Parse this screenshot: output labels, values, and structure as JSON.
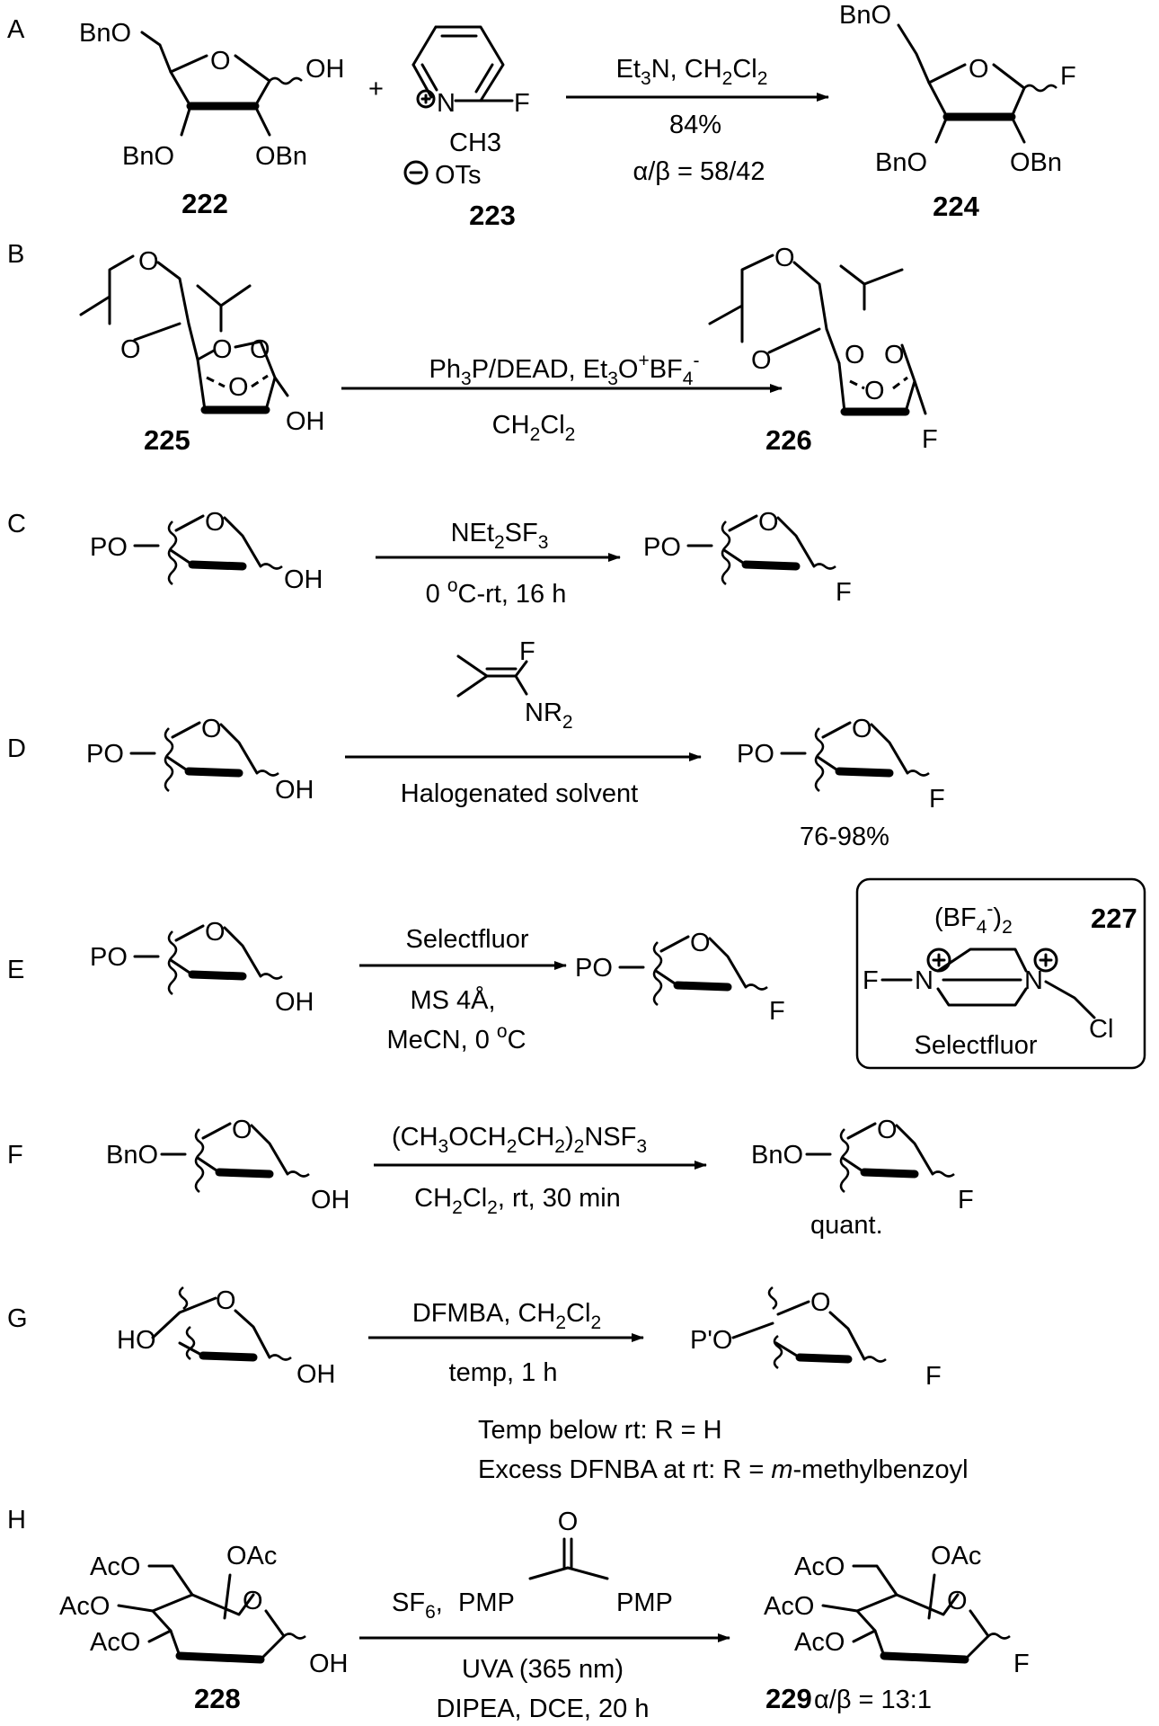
{
  "panels": {
    "A": {
      "label": "A",
      "sm_atoms": {
        "obn_top": "BnO",
        "oh": "OH",
        "ring_o": "O",
        "obn_left": "BnO",
        "obn_right": "OBn"
      },
      "sm_id": "222",
      "plus": "+",
      "reagent_atoms": {
        "n": "N",
        "f": "F",
        "ch3": "CH3",
        "ots": "OTs"
      },
      "reagent_id": "223",
      "cond_top": "Et3N, CH2Cl2",
      "cond_yield": "84%",
      "cond_ratio": "α/β = 58/42",
      "prod_atoms": {
        "obn_top": "BnO",
        "f": "F",
        "ring_o": "O",
        "obn_left": "BnO",
        "obn_right": "OBn"
      },
      "prod_id": "224"
    },
    "B": {
      "label": "B",
      "sm_id": "225",
      "sm_oh": "OH",
      "cond_top": "Ph3P/DEAD, Et3O+BF4-",
      "cond_bottom": "CH2Cl2",
      "prod_id": "226",
      "prod_f": "F"
    },
    "C": {
      "label": "C",
      "sm_po": "PO",
      "sm_oh": "OH",
      "cond_top": "NEt2SF3",
      "cond_bottom": "0 oC-rt, 16 h",
      "prod_po": "PO",
      "prod_f": "F"
    },
    "D": {
      "label": "D",
      "sm_po": "PO",
      "sm_oh": "OH",
      "reagent_f": "F",
      "reagent_nr2": "NR2",
      "cond_bottom": "Halogenated solvent",
      "prod_po": "PO",
      "prod_f": "F",
      "yield": "76-98%"
    },
    "E": {
      "label": "E",
      "sm_po": "PO",
      "sm_oh": "OH",
      "cond_top": "Selectfluor",
      "cond_mid": "MS 4Å,",
      "cond_bottom": "MeCN, 0 oC",
      "prod_po": "PO",
      "prod_f": "F",
      "box": {
        "counterion": "(BF4-)2",
        "id": "227",
        "f": "F",
        "n": "N",
        "cl": "Cl",
        "name": "Selectfluor"
      }
    },
    "F": {
      "label": "F",
      "sm_bno": "BnO",
      "sm_oh": "OH",
      "cond_top": "(CH3OCH2CH2)2NSF3",
      "cond_bottom": "CH2Cl2, rt, 30 min",
      "prod_bno": "BnO",
      "prod_f": "F",
      "yield": "quant."
    },
    "G": {
      "label": "G",
      "sm_ho": "HO",
      "sm_oh": "OH",
      "cond_top": "DFMBA, CH2Cl2",
      "cond_bottom": "temp, 1 h",
      "prod_po": "P'O",
      "prod_f": "F",
      "note1": "Temp below rt: R = H",
      "note2_prefix": "Excess DFNBA at rt: R = ",
      "note2_italic": "m",
      "note2_suffix": "-methylbenzoyl"
    },
    "H": {
      "label": "H",
      "sm_id": "228",
      "sm_atoms": {
        "aco1": "AcO",
        "oac": "OAc",
        "aco2": "AcO",
        "aco3": "AcO",
        "ring_o": "O",
        "oh": "OH"
      },
      "cond_sf6": "SF6,",
      "cond_pmp1": "PMP",
      "cond_pmp2": "PMP",
      "cond_o": "O",
      "cond_uva": "UVA (365 nm)",
      "cond_dipea": "DIPEA, DCE, 20 h",
      "prod_id": "229",
      "prod_ratio": "α/β = 13:1",
      "prod_atoms": {
        "aco1": "AcO",
        "oac": "OAc",
        "aco2": "AcO",
        "aco3": "AcO",
        "ring_o": "O",
        "f": "F"
      }
    }
  }
}
